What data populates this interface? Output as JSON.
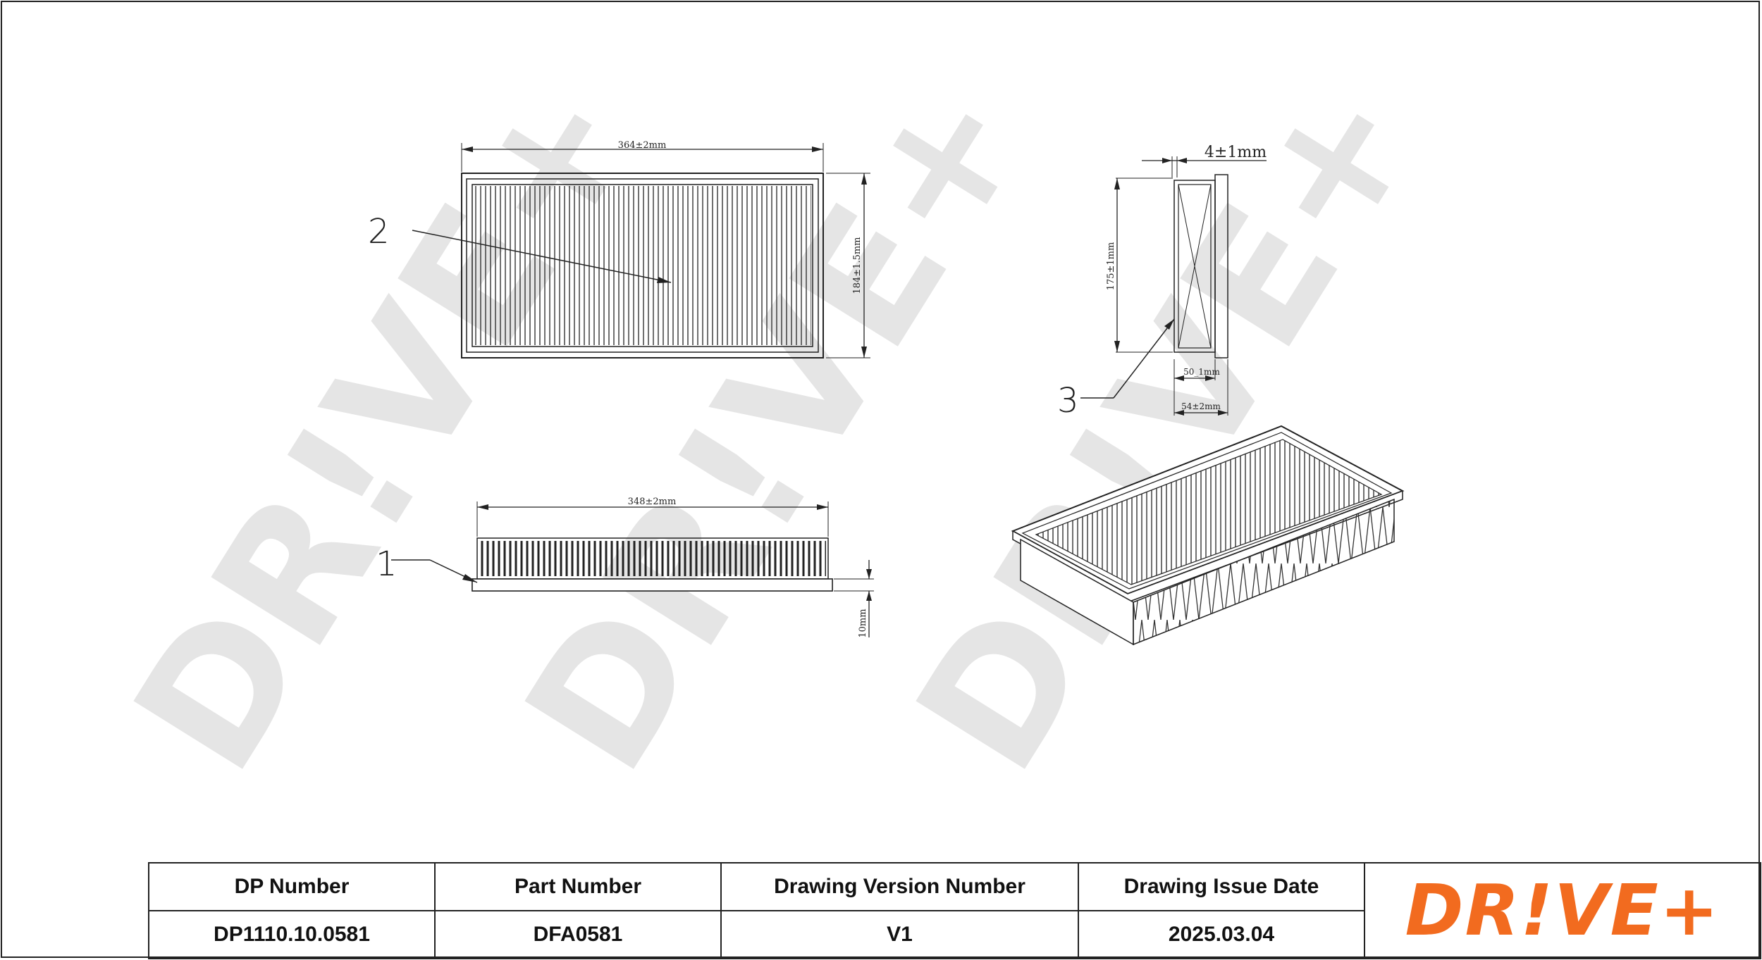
{
  "watermark": "DR!VE+",
  "callouts": [
    "1",
    "2",
    "3"
  ],
  "dimensions": {
    "top_width": "364±2mm",
    "top_height": "184±1.5mm",
    "side_width": "348±2mm",
    "side_height": "10mm",
    "profile_height": "175±1mm",
    "profile_lip": "4±1mm",
    "profile_inner": "50_1mm",
    "profile_depth": "54±2mm"
  },
  "title_block": {
    "headers": [
      "DP Number",
      "Part Number",
      "Drawing Version Number",
      "Drawing Issue Date"
    ],
    "values": [
      "DP1110.10.0581",
      "DFA0581",
      "V1",
      "2025.03.04"
    ],
    "logo": "DR!VE+"
  },
  "colors": {
    "logo": "#f26b1f",
    "line": "#222222",
    "watermark": "#e5e5e5"
  }
}
